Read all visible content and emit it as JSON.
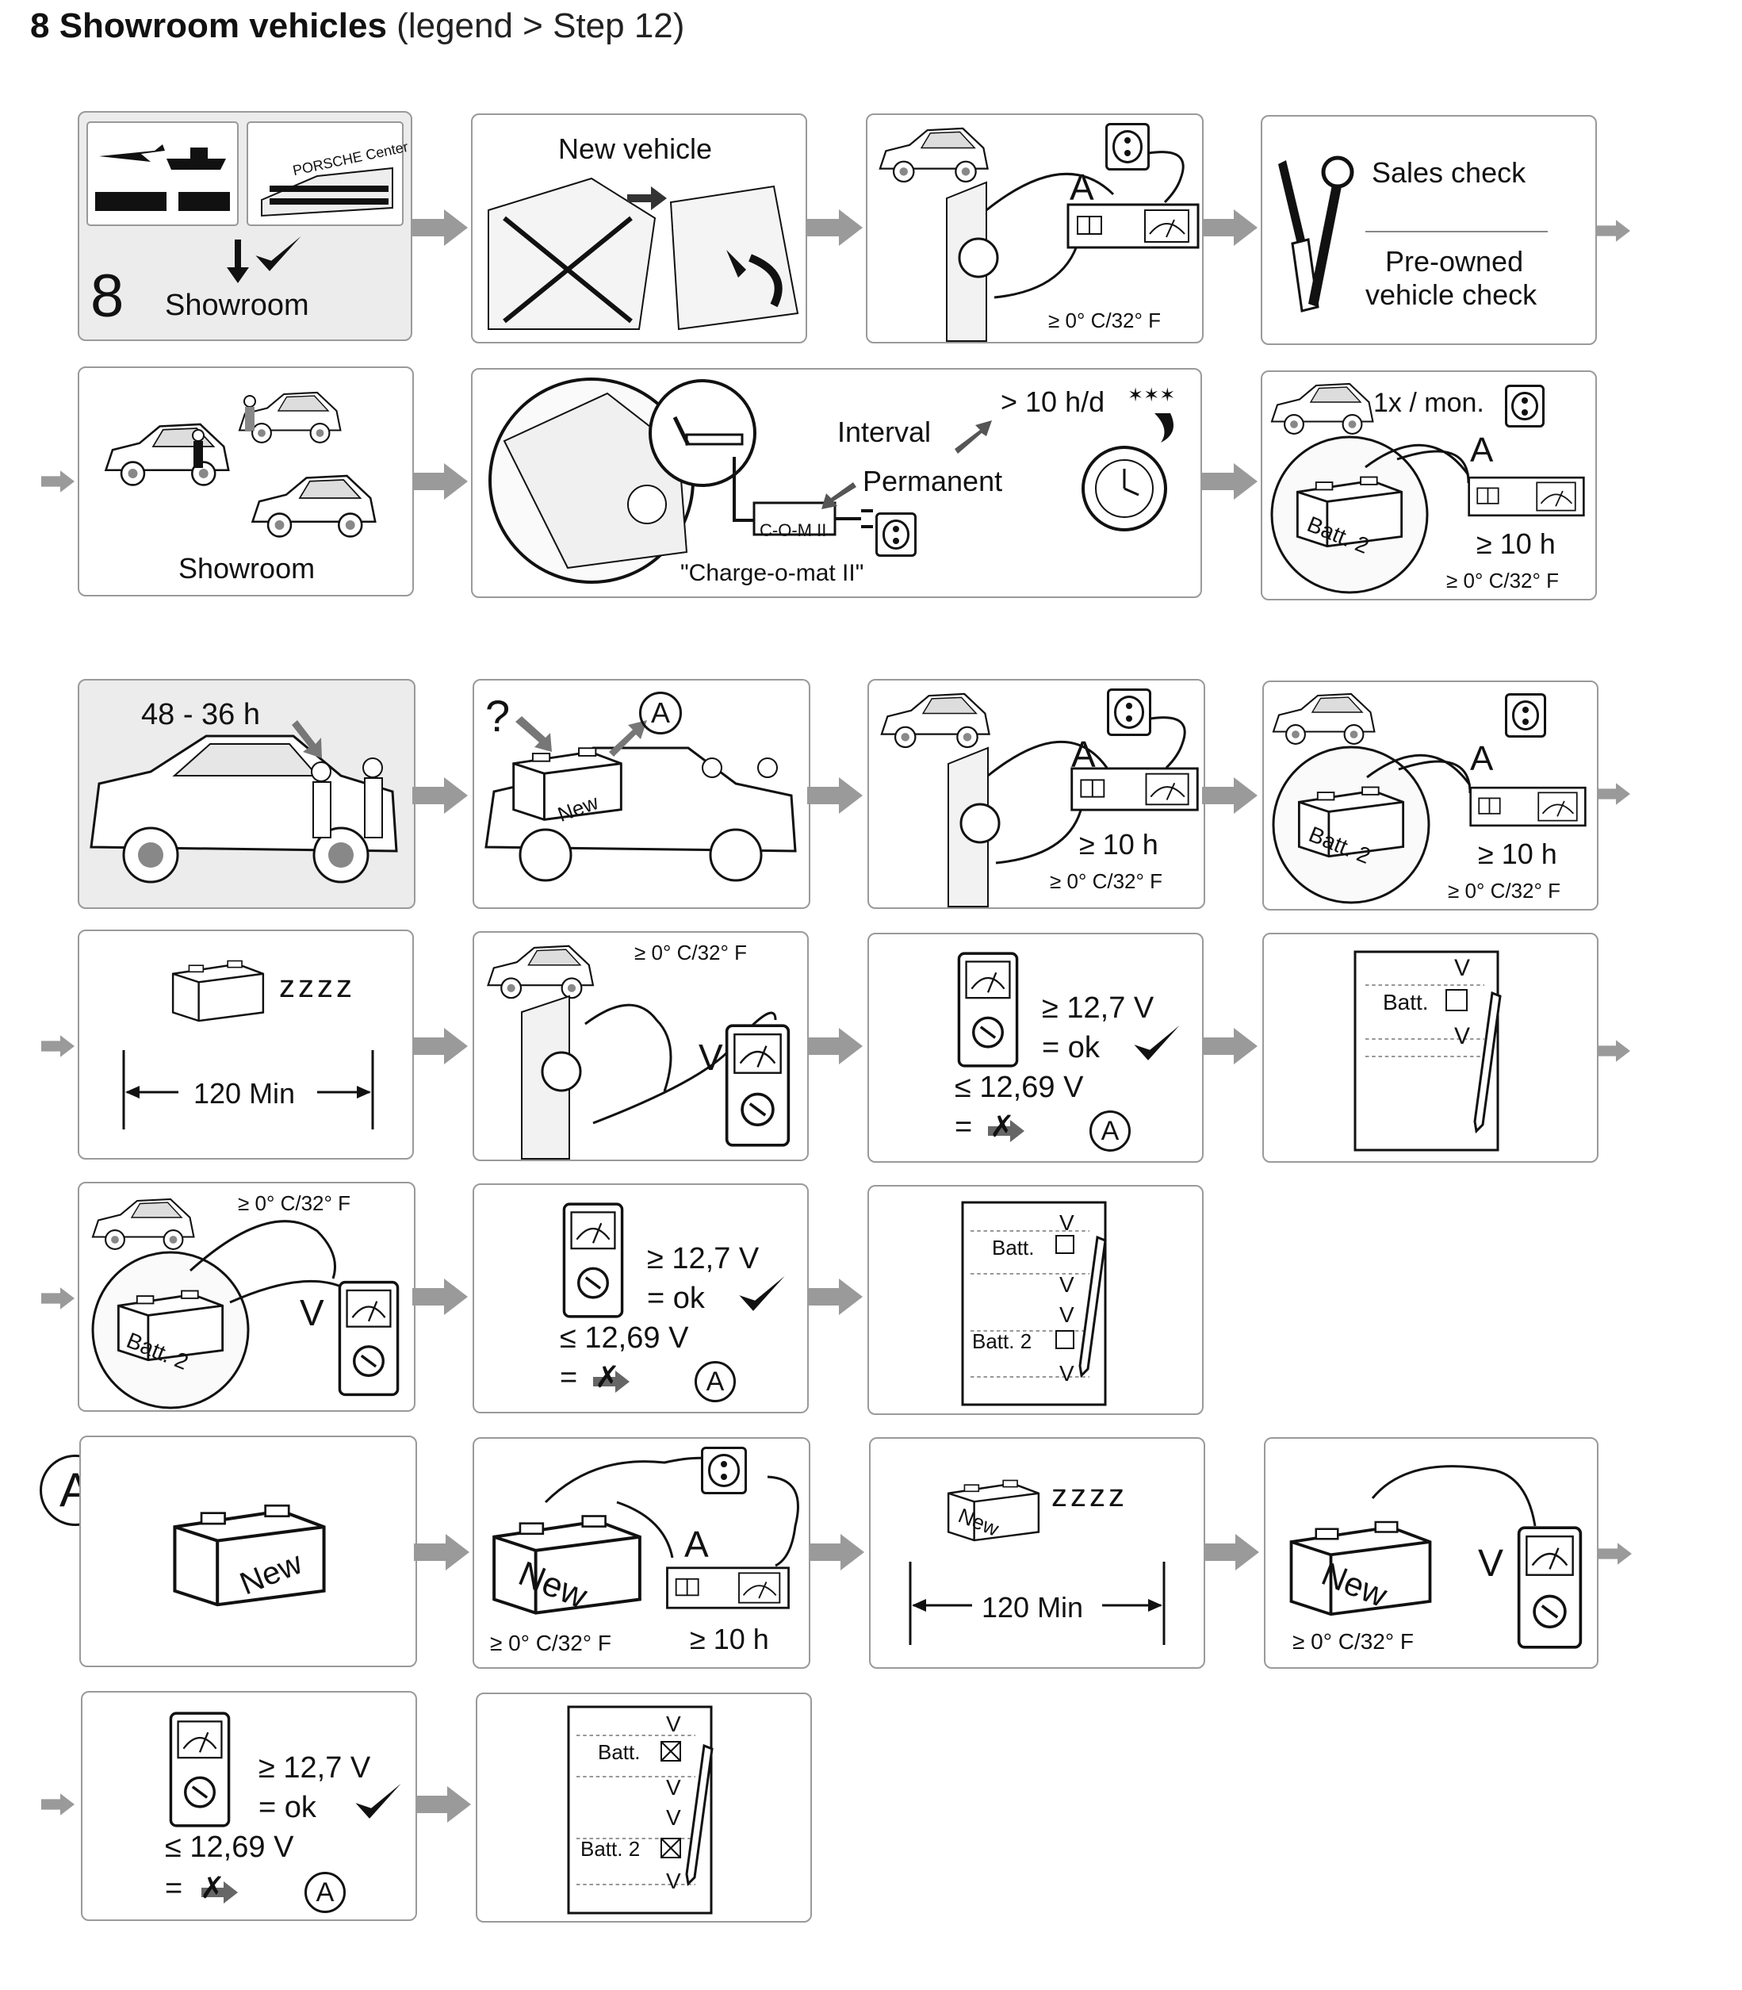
{
  "page": {
    "title_bold": "8 Showroom vehicles",
    "title_rest": "(legend > Step 12)"
  },
  "row1": {
    "p1": {
      "number": "8",
      "label": "Showroom",
      "sign": "PORSCHE Center"
    },
    "p2": {
      "label": "New vehicle"
    },
    "p3": {
      "letter": "A",
      "temp": "≥ 0° C/32° F"
    },
    "p4": {
      "line1": "Sales check",
      "line2": "Pre-owned",
      "line3": "vehicle check"
    }
  },
  "row2": {
    "p1": {
      "label": "Showroom"
    },
    "p2": {
      "interval": "Interval",
      "hours": "> 10 h/d",
      "permanent": "Permanent",
      "device": "C-O-M II",
      "device_name": "\"Charge-o-mat II\""
    },
    "p3": {
      "freq": "1x / mon.",
      "letter": "A",
      "batt": "Batt. 2",
      "hours": "≥ 10 h",
      "temp": "≥ 0° C/32° F"
    }
  },
  "row3": {
    "p1": {
      "time": "48 - 36 h"
    },
    "p2": {
      "question": "?",
      "circle": "A",
      "batt": "New"
    },
    "p3": {
      "letter": "A",
      "hours": "≥ 10 h",
      "temp": "≥ 0° C/32° F"
    },
    "p4": {
      "letter": "A",
      "batt": "Batt. 2",
      "hours": "≥ 10 h",
      "temp": "≥ 0° C/32° F"
    }
  },
  "row4": {
    "p1": {
      "sleep": "zzzz",
      "time": "120 Min"
    },
    "p2": {
      "temp": "≥ 0° C/32° F",
      "volt": "V"
    },
    "p3": {
      "v1": "≥ 12,7 V",
      "ok": "= ok",
      "v2": "≤ 12,69 V",
      "eq": "=",
      "circle": "A"
    },
    "p4": {
      "v_a": "V",
      "batt": "Batt.",
      "v_b": "V"
    }
  },
  "row5": {
    "p1": {
      "temp": "≥ 0° C/32° F",
      "volt": "V",
      "batt": "Batt. 2"
    },
    "p2": {
      "v1": "≥ 12,7 V",
      "ok": "= ok",
      "v2": "≤ 12,69 V",
      "eq": "=",
      "circle": "A"
    },
    "p3": {
      "v_a": "V",
      "batt": "Batt.",
      "v_b": "V",
      "v_c": "V",
      "batt2": "Batt. 2",
      "v_d": "V"
    }
  },
  "row6": {
    "marker": "A",
    "p1": {
      "batt": "New"
    },
    "p2": {
      "batt": "New",
      "letter": "A",
      "temp": "≥ 0° C/32° F",
      "hours": "≥ 10 h"
    },
    "p3": {
      "batt": "New",
      "sleep": "zzzz",
      "time": "120 Min"
    },
    "p4": {
      "batt": "New",
      "volt": "V",
      "temp": "≥ 0° C/32° F"
    }
  },
  "row7": {
    "p1": {
      "v1": "≥ 12,7 V",
      "ok": "= ok",
      "v2": "≤ 12,69 V",
      "eq": "=",
      "circle": "A"
    },
    "p2": {
      "v_a": "V",
      "batt": "Batt.",
      "v_b": "V",
      "v_c": "V",
      "batt2": "Batt. 2",
      "v_d": "V"
    }
  },
  "icons": [
    "arrow-right-icon",
    "power-outlet-icon",
    "charger-icon",
    "voltmeter-icon",
    "battery-icon",
    "car-icon",
    "checkmark-icon",
    "pencil-icon",
    "clock-icon",
    "moon-icon",
    "airplane-icon",
    "ship-icon",
    "train-icon",
    "truck-icon",
    "wrench-icon",
    "screwdriver-icon",
    "no-smoking-icon"
  ],
  "colors": {
    "panel_border": "#9a9a9a",
    "panel_bg": "#ffffff",
    "panel_bg_gray": "#ececec",
    "arrow": "#8e8e8e",
    "ink": "#111111"
  }
}
